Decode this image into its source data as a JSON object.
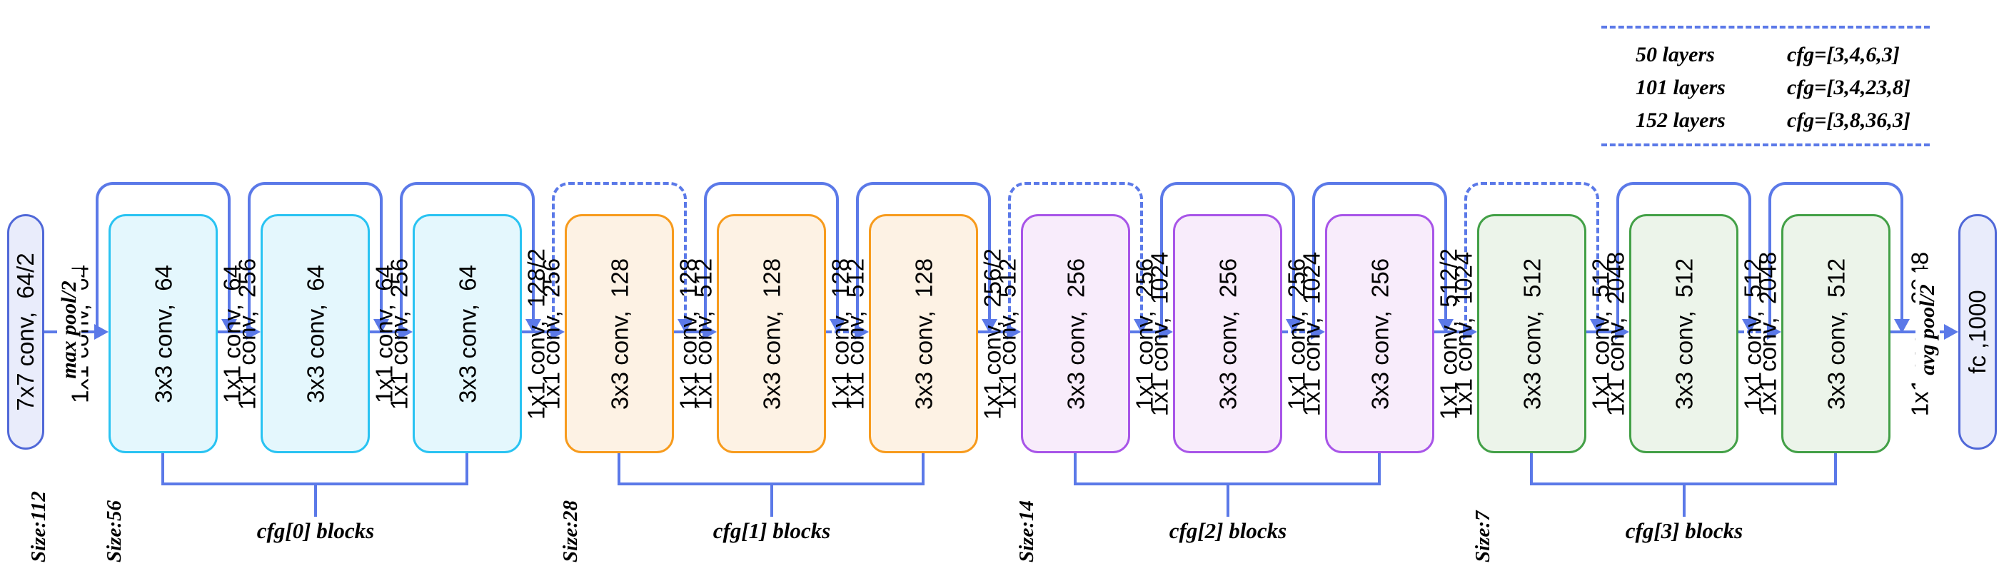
{
  "diagram": {
    "input": {
      "label": "7x7 conv,  64/2",
      "size_label": "Size:112"
    },
    "output": {
      "label": "fc ,1000"
    },
    "labels": {
      "max_pool": "max pool/2",
      "avg_pool": "avg pool/2"
    },
    "stages": [
      {
        "size_label": "Size:56",
        "cfg_label": "cfg[0] blocks",
        "blocks": [
          {
            "lines": [
              "1x1 conv,  64",
              "3x3 conv,  64",
              "1x1 conv,  256"
            ]
          },
          {
            "lines": [
              "1x1 conv,  64",
              "3x3 conv,  64",
              "1x1 conv,  256"
            ]
          },
          {
            "lines": [
              "1x1 conv,  64",
              "3x3 conv,  64",
              "1x1 conv,  256"
            ]
          }
        ]
      },
      {
        "size_label": "Size:28",
        "cfg_label": "cfg[1] blocks",
        "blocks": [
          {
            "lines": [
              "1x1 conv,  128/2",
              "3x3 conv,  128",
              "1x1 conv,  512"
            ]
          },
          {
            "lines": [
              "1x1 conv,  128",
              "3x3 conv,  128",
              "1x1 conv,  512"
            ]
          },
          {
            "lines": [
              "1x1 conv,  128",
              "3x3 conv,  128",
              "1x1 conv,  512"
            ]
          }
        ]
      },
      {
        "size_label": "Size:14",
        "cfg_label": "cfg[2] blocks",
        "blocks": [
          {
            "lines": [
              "1x1 conv,  256/2",
              "3x3 conv,  256",
              "1x1 conv,  1024"
            ]
          },
          {
            "lines": [
              "1x1 conv,  256",
              "3x3 conv,  256",
              "1x1 conv,  1024"
            ]
          },
          {
            "lines": [
              "1x1 conv,  256",
              "3x3 conv,  256",
              "1x1 conv,  1024"
            ]
          }
        ]
      },
      {
        "size_label": "Size:7",
        "cfg_label": "cfg[3] blocks",
        "blocks": [
          {
            "lines": [
              "1x1 conv,  512/2",
              "3x3 conv,  512",
              "1x1 conv,  2048"
            ]
          },
          {
            "lines": [
              "1x1 conv,  512",
              "3x3 conv,  512",
              "1x1 conv,  2048"
            ]
          },
          {
            "lines": [
              "1x1 conv,  512",
              "3x3 conv,  512",
              "1x1 conv,  2048"
            ]
          }
        ]
      }
    ],
    "legend": {
      "rows": [
        {
          "layers": "50 layers",
          "cfg": "cfg=[3,4,6,3]"
        },
        {
          "layers": "101 layers",
          "cfg": "cfg=[3,4,23,8]"
        },
        {
          "layers": "152 layers",
          "cfg": "cfg=[3,8,36,3]"
        }
      ]
    }
  },
  "colors": {
    "line": "#5b79e8",
    "io-border": "#5068d8",
    "io-fill": "#e9ecfb",
    "s0-border": "#29c3f2",
    "s0-fill": "#e4f7fd",
    "s1-border": "#f79b1d",
    "s1-fill": "#fdf2e4",
    "s2-border": "#a855e8",
    "s2-fill": "#f8ecfb",
    "s3-border": "#43a047",
    "s3-fill": "#ecf4ea",
    "label-text": "#000000"
  }
}
